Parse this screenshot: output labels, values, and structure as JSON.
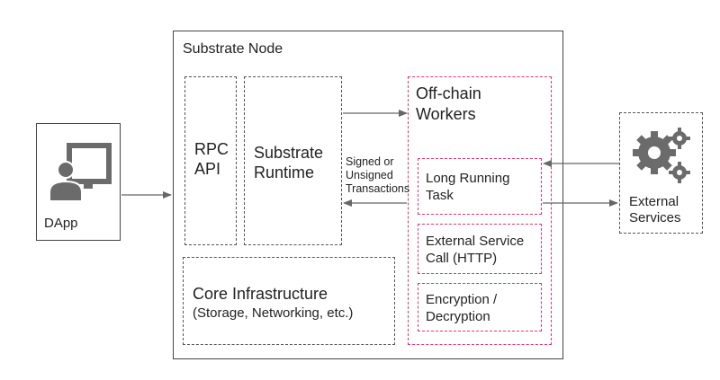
{
  "diagram": {
    "dapp": {
      "label": "DApp"
    },
    "node": {
      "title": "Substrate Node",
      "rpc_line1": "RPC",
      "rpc_line2": "API",
      "runtime_line1": "Substrate",
      "runtime_line2": "Runtime",
      "core_line1": "Core Infrastructure",
      "core_line2": "(Storage, Networking, etc.)"
    },
    "workers": {
      "title_line1": "Off-chain",
      "title_line2": "Workers",
      "task1_line1": "Long Running",
      "task1_line2": "Task",
      "task2_line1": "External Service",
      "task2_line2": "Call (HTTP)",
      "task3_line1": "Encryption /",
      "task3_line2": "Decryption"
    },
    "edge_label_line1": "Signed or",
    "edge_label_line2": "Unsigned",
    "edge_label_line3": "Transactions",
    "external": {
      "label_line1": "External",
      "label_line2": "Services"
    },
    "colors": {
      "offchain_accent": "#e8336d",
      "border": "#444444",
      "icon_gray": "#6b6b6b"
    },
    "icons": {
      "dapp": "user-computer-icon",
      "external": "gears-icon"
    }
  }
}
